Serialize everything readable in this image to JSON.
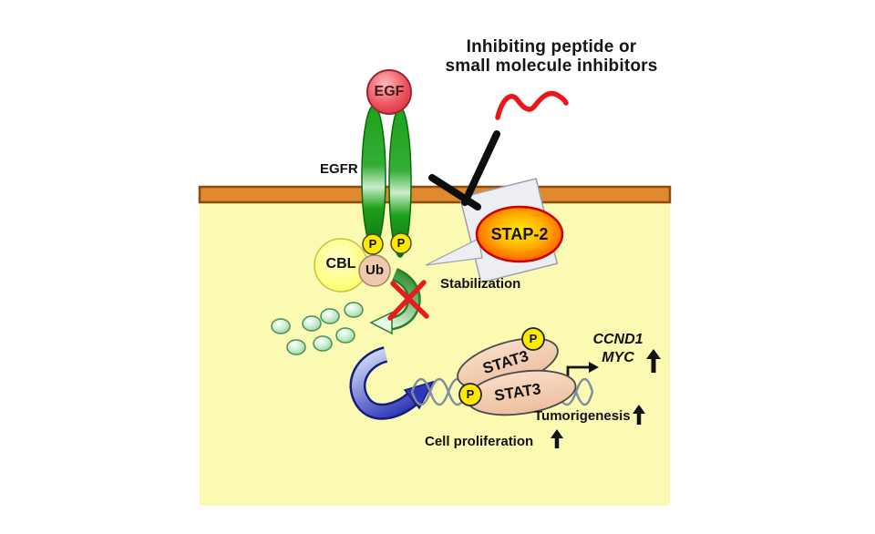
{
  "diagram": {
    "title": {
      "line1": "Inhibiting peptide or",
      "line2": "small molecule inhibitors"
    },
    "molecules": {
      "egf": "EGF",
      "egfr": "EGFR",
      "cbl": "CBL",
      "ub": "Ub",
      "phospho": "P",
      "stap2": "STAP-2",
      "stat3": "STAT3"
    },
    "annotations": {
      "stabilization": "Stabilization",
      "gene1": "CCND1",
      "gene2": "MYC",
      "tumorigenesis": "Tumorigenesis",
      "cell_proliferation": "Cell proliferation",
      "up_arrow": "↑"
    },
    "icons": {
      "inhibition-tbar-icon": "black T-bar inhibition line",
      "peptide-squiggle-icon": "red wavy peptide/inhibitor",
      "red-x-icon": "red cross blocking degradation arrow",
      "degradation-arrow-icon": "green curved arrow to degradation",
      "signal-arrow-icon": "blue curved signaling arrow",
      "dna-helix-icon": "grey wavy DNA strands",
      "transcription-arrow-icon": "bent promoter arrow",
      "up-arrow-icon": "thick black increase arrow"
    },
    "colors": {
      "cell_fill": "#FAFAB2",
      "membrane_orange": "#E0892E",
      "membrane_border": "#8A4D12",
      "receptor_green": "#1EA11E",
      "egf_red": "#E8505C",
      "cbl_yellow": "#FFFF70",
      "ub_tan": "#EFC9AC",
      "phospho_yellow": "#FFE800",
      "stap2_gradient": "#FFEC00 → #EA2800",
      "stat3_tan": "#F3CDB1",
      "inhibitor_red": "#E81818",
      "arrow_blue": "#2E38B8",
      "dna_grey": "#7E8E9E"
    }
  }
}
